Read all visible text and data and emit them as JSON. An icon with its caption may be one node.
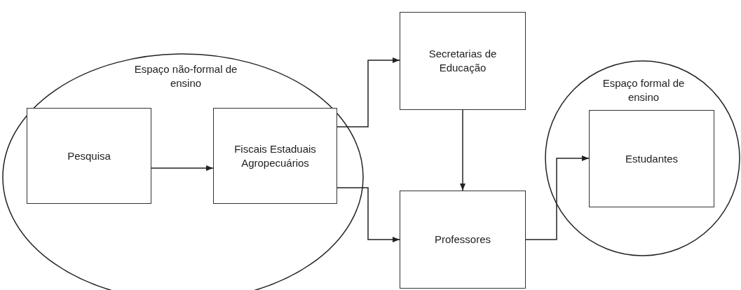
{
  "diagram": {
    "nodes": [
      {
        "text": [
          "Espaço não-formal de ensino"
        ]
      },
      {
        "text": [
          "Pesquisa"
        ],
        "in": 0
      },
      {
        "text": [
          "Fiscais Estaduais Agropecuários"
        ],
        "in": 0
      },
      {
        "text": [
          "Secretarias de Educação"
        ]
      },
      {
        "text": [
          "Professores"
        ]
      },
      {
        "text": [
          "Espaço formal de ensino"
        ]
      },
      {
        "text": [
          "Estudantes"
        ],
        "in": 5
      }
    ],
    "edges": [
      {
        "from": 1,
        "to": 2,
        "arrow": "to"
      },
      {
        "from": 2,
        "to": 3,
        "arrow": "to"
      },
      {
        "from": 2,
        "to": 4,
        "arrow": "to"
      },
      {
        "from": 3,
        "to": 4,
        "arrow": "to"
      },
      {
        "from": 4,
        "to": 6,
        "arrow": "to"
      }
    ]
  }
}
